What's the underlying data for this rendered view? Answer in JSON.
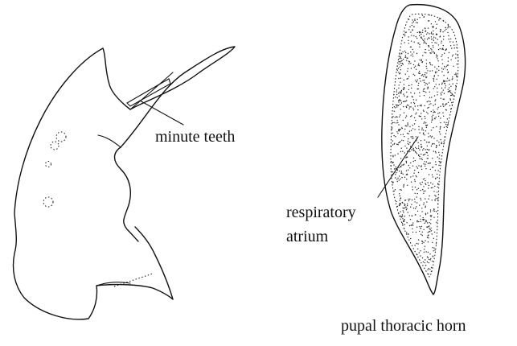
{
  "labels": {
    "minute_teeth": "minute teeth",
    "respiratory_line1": "respiratory",
    "respiratory_line2": "atrium",
    "pupal_thoracic_horn": "pupal thoracic horn"
  },
  "colors": {
    "ink": "#111111",
    "background": "#ffffff"
  }
}
